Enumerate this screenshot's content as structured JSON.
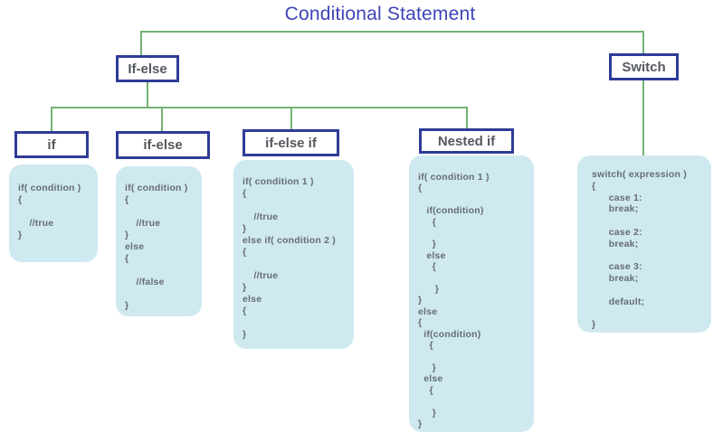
{
  "title": "Conditional Statement",
  "colors": {
    "title_text": "#3e45b7",
    "connector_green": "#74b175",
    "node_border_blue": "#2f3c97",
    "node_label_gray": "#54585e",
    "code_background": "#cfe9f1",
    "code_text_gray": "#666d73"
  },
  "nodes": {
    "if_else_branch": {
      "label": "If-else"
    },
    "switch_branch": {
      "label": "Switch"
    },
    "if_leaf": {
      "label": "if"
    },
    "if_else_leaf": {
      "label": "if-else"
    },
    "if_else_if_leaf": {
      "label": "if-else if"
    },
    "nested_if_leaf": {
      "label": "Nested if"
    }
  },
  "code": {
    "if_block": "if( condition )\n{\n\n    //true\n}",
    "if_else_block": "if( condition )\n{\n\n    //true\n}\nelse\n{\n\n    //false\n\n}",
    "if_else_if_block": "if( condition 1 )\n{\n\n    //true\n}\nelse if( condition 2 )\n{\n\n    //true\n}\nelse\n{\n\n}",
    "nested_if_block": "if( condition 1 )\n{\n\n   if(condition)\n     {\n\n     }\n   else\n     {\n\n      }\n}\nelse\n{\n  if(condition)\n    {\n\n     }\n  else\n    {\n\n     }\n}",
    "switch_block": "switch( expression )\n{\n      case 1:\n      break;\n\n      case 2:\n      break;\n\n      case 3:\n      break;\n\n      default;\n\n}"
  }
}
